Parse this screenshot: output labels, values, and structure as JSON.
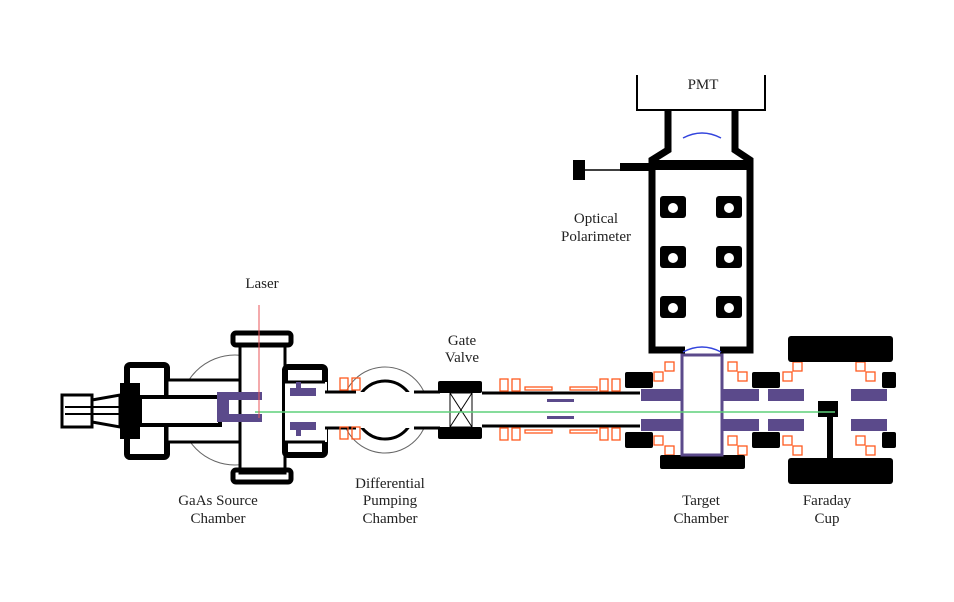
{
  "labels": {
    "laser": "Laser",
    "pmt": "PMT",
    "optical_polarimeter": [
      "Optical",
      "Polarimeter"
    ],
    "gate_valve": [
      "Gate",
      "Valve"
    ],
    "gaas_source_chamber": [
      "GaAs Source",
      "Chamber"
    ],
    "differential_pumping_chamber": [
      "Differential",
      "Pumping",
      "Chamber"
    ],
    "target_chamber": [
      "Target",
      "Chamber"
    ],
    "faraday_cup": [
      "Faraday",
      "Cup"
    ]
  },
  "colors": {
    "structure": "#000000",
    "electrodes": "#5b4a8b",
    "magnets": "#ff5a1f",
    "electron_beam": "#5fd07a",
    "laser_beam": "#e8555a",
    "windows": "#3344dd"
  }
}
